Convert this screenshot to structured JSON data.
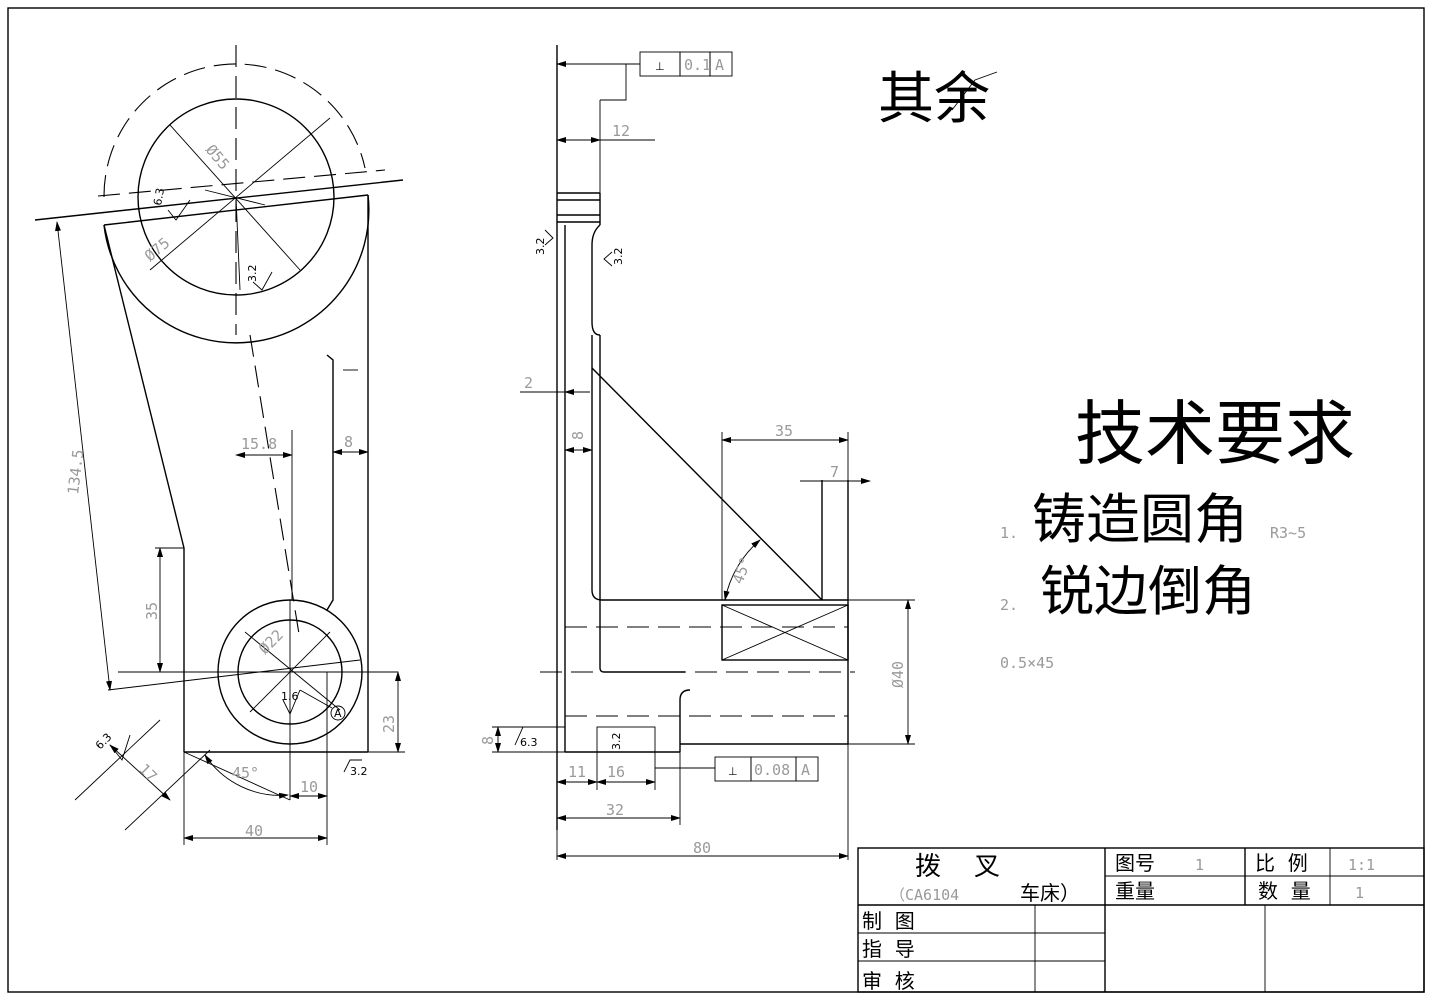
{
  "corner_note": "其余",
  "tech_requirements": {
    "title": "技术要求",
    "item1_num": "1.",
    "item1_text": "铸造圆角",
    "item1_value": "R3~5",
    "item2_num": "2.",
    "item2_text": "锐边倒角",
    "item2_value": "0.5×45"
  },
  "title_block": {
    "part_name": "拨    叉",
    "part_subtitle_a": "（CA6104",
    "part_subtitle_b": "车床）",
    "drawing_no_label": "图号",
    "drawing_no_value": "1",
    "scale_label": "比  例",
    "scale_value": "1:1",
    "weight_label": "重量",
    "quantity_label": "数  量",
    "quantity_value": "1",
    "drawn_label": "制  图",
    "guided_label": "指  导",
    "checked_label": "审  核"
  },
  "front_view_dims": {
    "d55": "Ø55",
    "d75": "Ø75",
    "d22": "Ø22",
    "len134": "134.5",
    "d15_8": "15.8",
    "d8": "8",
    "d35": "35",
    "d23": "23",
    "d17": "17",
    "d45": "45°",
    "d10": "10",
    "d40": "40",
    "r63a": "6.3",
    "r63b": "6.3",
    "r32a": "3.2",
    "r32b": "3.2",
    "r16": "1.6",
    "datum": "A"
  },
  "side_view_dims": {
    "tol1_symbol": "⊥",
    "tol1_value": "0.1",
    "tol1_datum": "A",
    "d12": "12",
    "d2": "2",
    "d8": "8",
    "d35": "35",
    "d7": "7",
    "d45": "45°",
    "d40": "Ø40",
    "d8b": "8",
    "d11": "11",
    "d16": "16",
    "tol2_symbol": "⊥",
    "tol2_value": "0.08",
    "tol2_datum": "A",
    "d32": "32",
    "d80": "80",
    "r32a": "3.2",
    "r32b": "3.2",
    "r32c": "3.2",
    "r63": "6.3"
  }
}
